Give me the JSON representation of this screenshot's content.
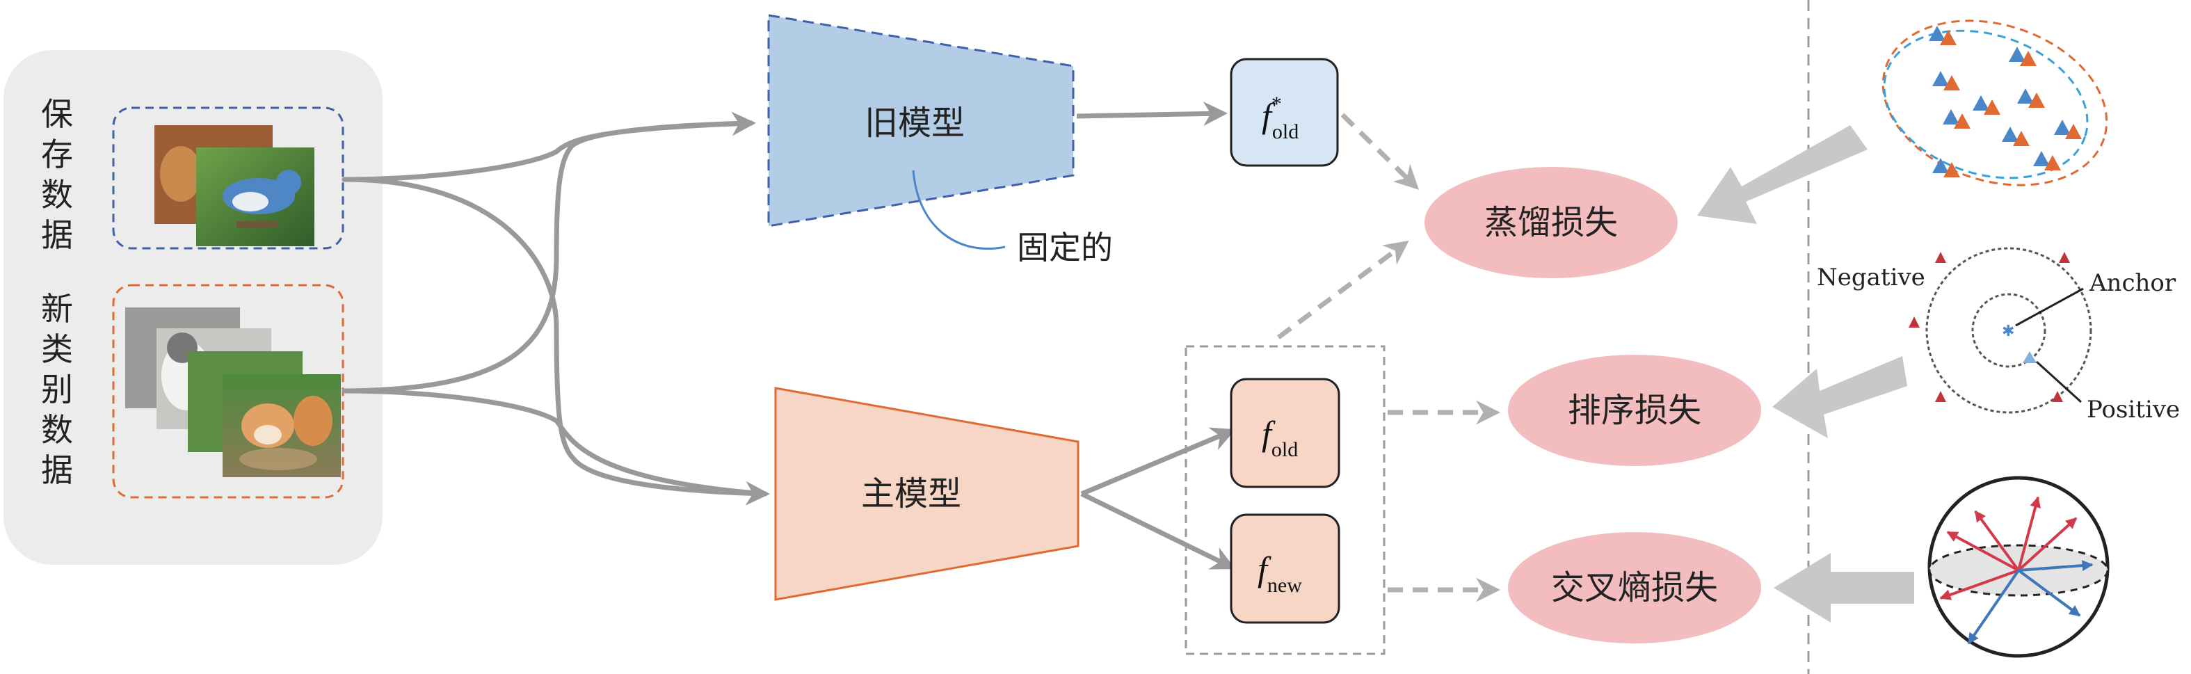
{
  "left_panel": {
    "saved_label": [
      "保",
      "存",
      "数",
      "据"
    ],
    "new_label": [
      "新",
      "类",
      "别",
      "数",
      "据"
    ]
  },
  "old_model": {
    "label": "旧模型",
    "annotation": "固定的"
  },
  "main_model": {
    "label": "主模型"
  },
  "features": {
    "f_old_star": {
      "base": "f",
      "sup": "*",
      "sub": "old"
    },
    "f_old": {
      "base": "f",
      "sub": "old"
    },
    "f_new": {
      "base": "f",
      "sub": "new"
    }
  },
  "losses": {
    "distill": "蒸馏损失",
    "rank": "排序损失",
    "ce": "交叉熵损失"
  },
  "triplet": {
    "negative": "Negative",
    "anchor": "Anchor",
    "positive": "Positive"
  },
  "colors": {
    "blue_fill": "#b3cde6",
    "blue_dash": "#4060a8",
    "orange_fill": "#f7d6c6",
    "orange_stroke": "#e06a33",
    "loss_fill": "#f3bcbe",
    "arrow_gray": "#999999",
    "dash_gray": "#b0b0b0",
    "marker_blue": "#4a86c8",
    "marker_orange": "#e06a33",
    "marker_red": "#c0343c"
  }
}
